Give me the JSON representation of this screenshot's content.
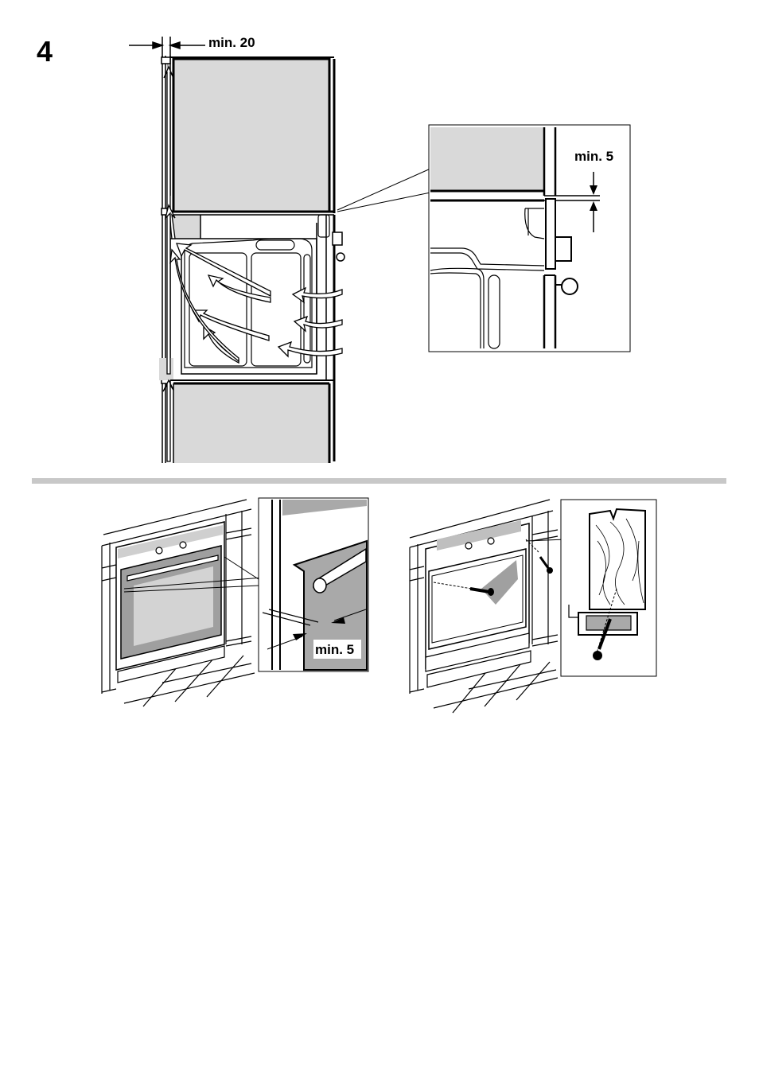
{
  "step": {
    "number": "4"
  },
  "top_figure": {
    "dimension_side_gap": "min. 20",
    "dimension_top_gap": "min. 5"
  },
  "bottom_left_figure": {
    "dimension_front_gap": "min. 5"
  },
  "colors": {
    "panel_fill": "#d9d9d9",
    "panel_dark": "#a9a9a9",
    "divider": "#c8c8c8",
    "line": "#000000"
  }
}
